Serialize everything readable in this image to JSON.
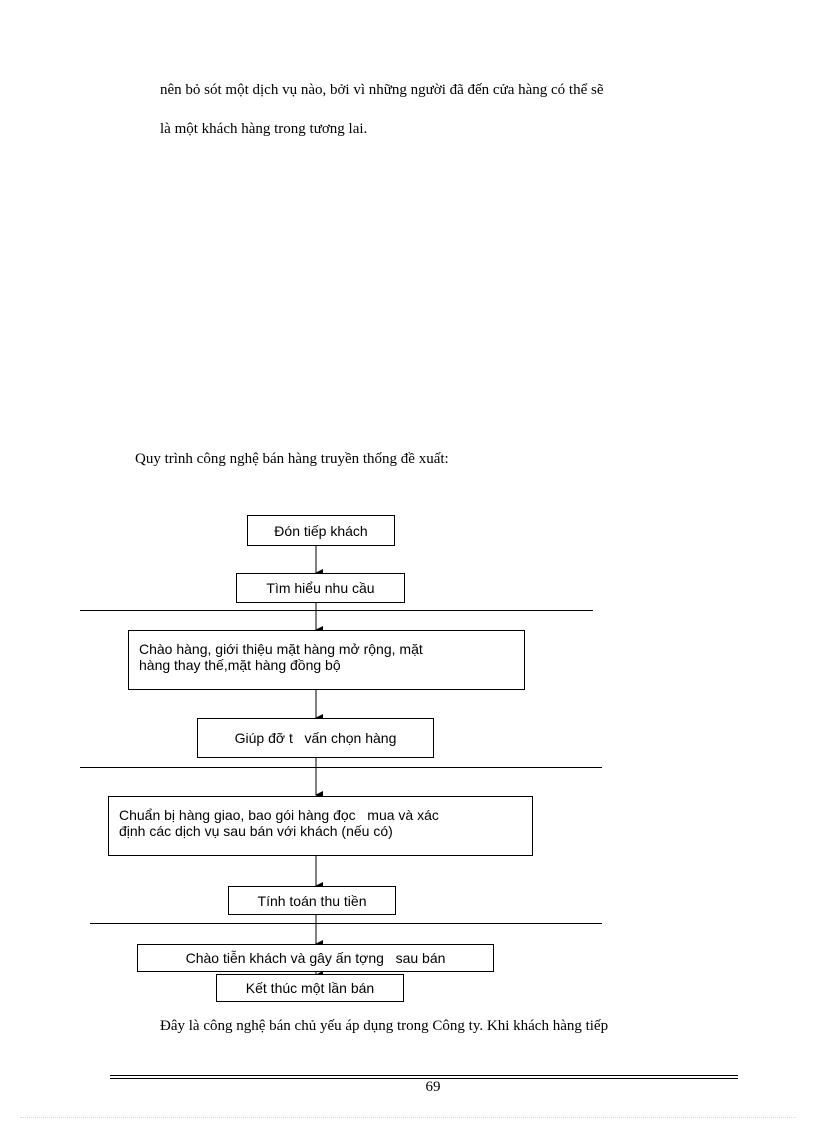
{
  "paragraph_top": {
    "line1": "nên bỏ sót một dịch vụ nào, bởi vì những người đã đến cửa hàng có thể sẽ",
    "line2": "là một khách hàng trong tương lai."
  },
  "section_heading": "Quy trình công nghệ bán hàng truyền thống đề xuất:",
  "flowchart": {
    "step1": "Đón tiếp khách",
    "step2": "Tìm hiểu nhu cầu",
    "step3_line1": "Chào hàng, giới thiệu mặt hàng mở rộng, mặt",
    "step3_line2": "hàng thay thế,mặt hàng đồng bộ",
    "step4": "Giúp đỡ t   vấn chọn hàng",
    "step5_line1": "Chuẩn bị hàng giao, bao gói hàng đọc   mua và xác",
    "step5_line2": "định các dịch vụ sau bán với khách (nếu có)",
    "step6": "Tính toán thu tiền",
    "step7": "Chào tiễn khách và gây ấn tợng   sau bán",
    "step8": "Kết thúc một lần bán"
  },
  "paragraph_bottom": "Đây là công nghệ bán chủ yếu áp dụng trong Công ty. Khi khách hàng tiếp",
  "page_number": "69"
}
